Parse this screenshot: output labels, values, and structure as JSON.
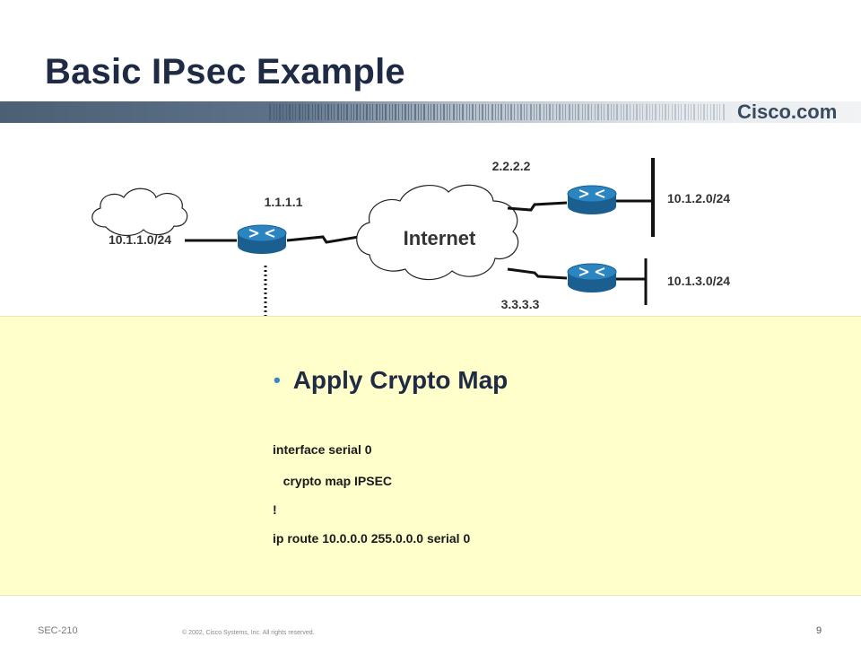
{
  "slide": {
    "title": "Basic IPsec Example",
    "brand": "Cisco.com"
  },
  "diagram": {
    "internet_label": "Internet",
    "networks": {
      "local": "10.1.1.0/24",
      "remote_a": "10.1.2.0/24",
      "remote_b": "10.1.3.0/24"
    },
    "addresses": {
      "local_router": "1.1.1.1",
      "remote_a_router": "2.2.2.2",
      "remote_b_router": "3.3.3.3"
    }
  },
  "content": {
    "bullet": "Apply Crypto Map",
    "code": [
      "interface serial 0",
      "   crypto map IPSEC",
      "!",
      "ip route 10.0.0.0 255.0.0.0 serial 0"
    ]
  },
  "footer": {
    "course": "SEC-210",
    "copyright": "© 2002, Cisco Systems, Inc. All rights reserved.",
    "page": "9"
  },
  "colors": {
    "title": "#1f2a44",
    "banner": "#5a6f86",
    "panel": "#ffffcc",
    "bullet": "#3a88c8",
    "router": "#1a6fa8"
  }
}
